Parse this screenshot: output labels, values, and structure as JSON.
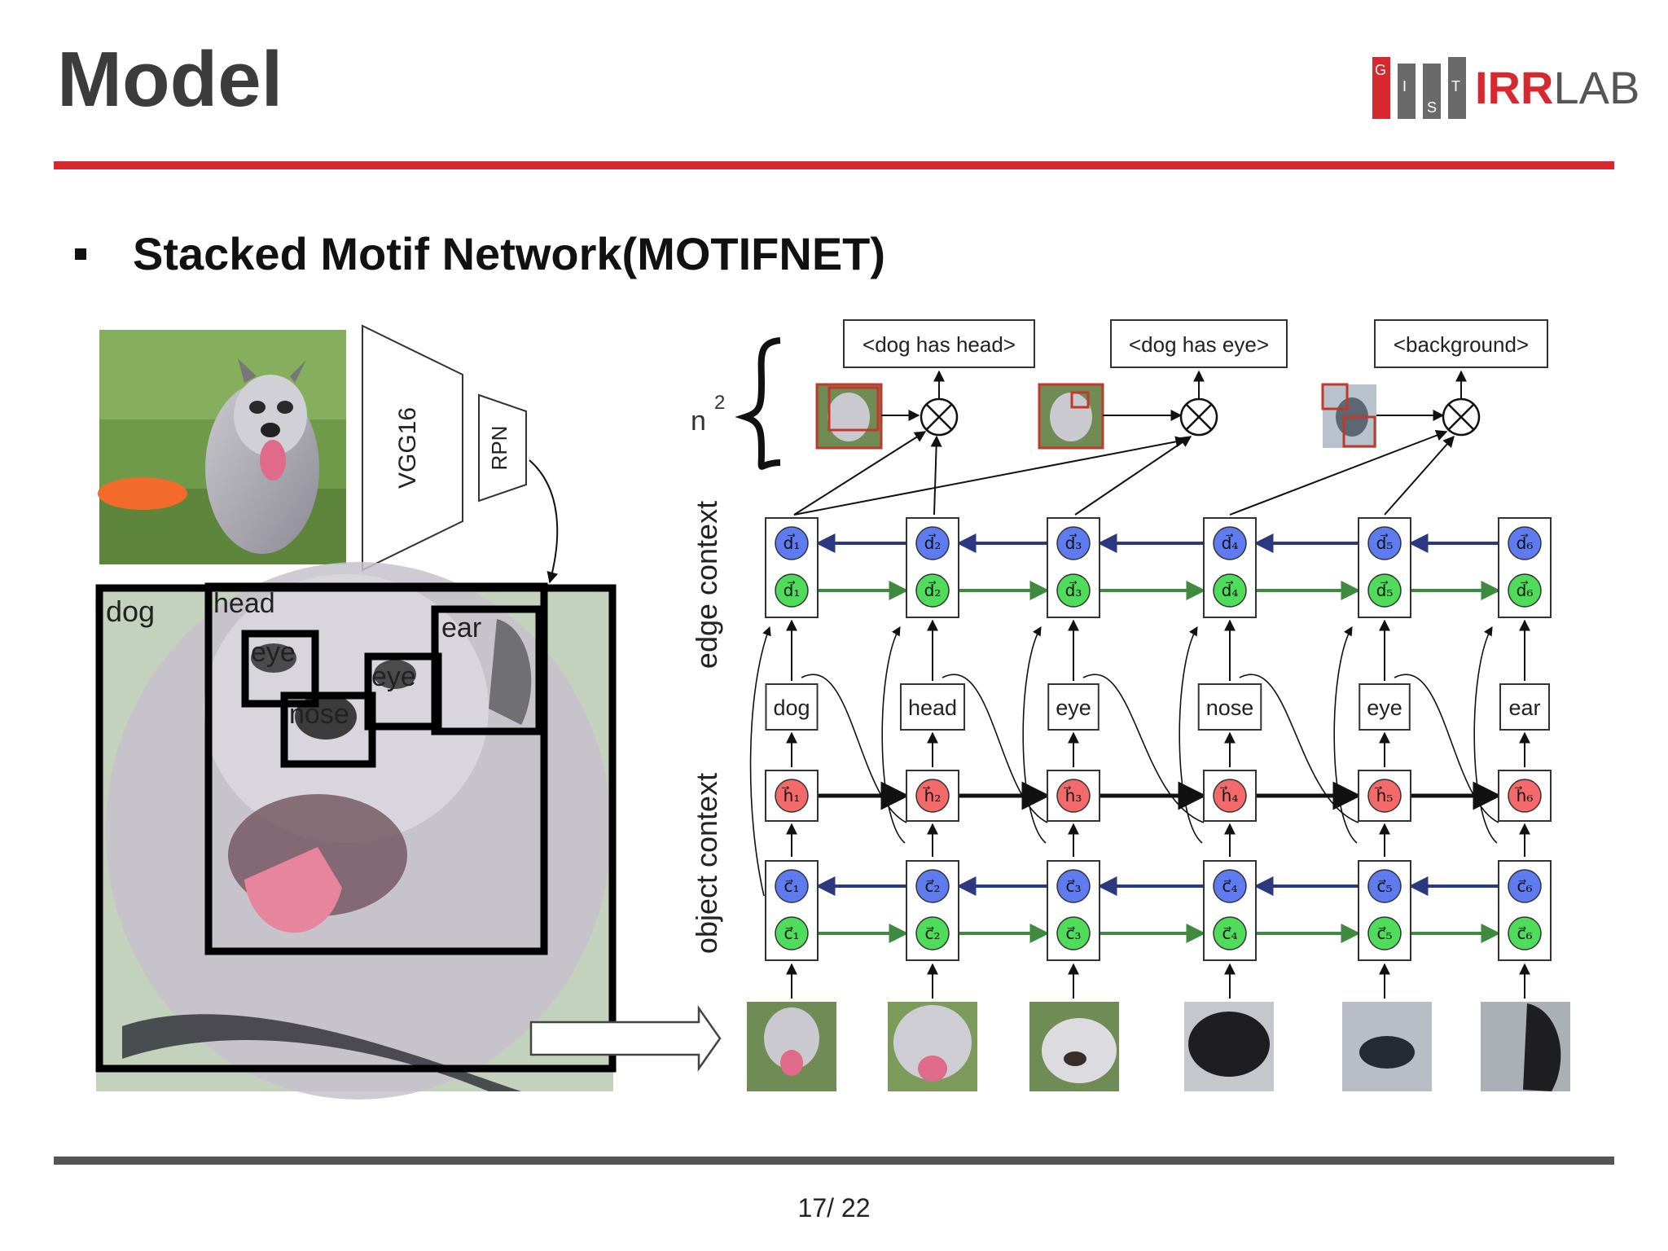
{
  "slide": {
    "title": "Model",
    "heading": "Stacked Motif Network(MOTIFNET)",
    "page_number": "17/ 22"
  },
  "logo": {
    "text_bold": "IRR",
    "text_light": "LAB",
    "mark_letters": [
      "G",
      "I",
      "S",
      "T"
    ]
  },
  "colors": {
    "accent": "#d7282f",
    "rule_dark": "#555555",
    "node_red": "#f46a6a",
    "node_blue": "#5e7bf0",
    "node_green": "#4fdc5a",
    "arrow_blue": "#2b3a80",
    "arrow_green": "#3e8a3e"
  },
  "diagram": {
    "backbone_labels": [
      "VGG16",
      "RPN"
    ],
    "box_labels": [
      "dog",
      "head",
      "eye",
      "eye",
      "nose",
      "ear"
    ],
    "n_squared": "n",
    "n_squared_exp": "2",
    "relations": [
      "<dog has head>",
      "<dog has eye>",
      "<background>"
    ],
    "edge_context_label": "edge context",
    "object_context_label": "object context",
    "object_labels": [
      "dog",
      "head",
      "eye",
      "nose",
      "eye",
      "ear"
    ],
    "d_back": [
      "d⃗₁",
      "d⃗₂",
      "d⃗₃",
      "d⃗₄",
      "d⃗₅",
      "d⃗₆"
    ],
    "d_fwd": [
      "d⃗₁",
      "d⃗₂",
      "d⃗₃",
      "d⃗₄",
      "d⃗₅",
      "d⃗₆"
    ],
    "h": [
      "h⃗₁",
      "h⃗₂",
      "h⃗₃",
      "h⃗₄",
      "h⃗₅",
      "h⃗₆"
    ],
    "c_back": [
      "c⃗₁",
      "c⃗₂",
      "c⃗₃",
      "c⃗₄",
      "c⃗₅",
      "c⃗₆"
    ],
    "c_fwd": [
      "c⃗₁",
      "c⃗₂",
      "c⃗₃",
      "c⃗₄",
      "c⃗₅",
      "c⃗₆"
    ]
  }
}
